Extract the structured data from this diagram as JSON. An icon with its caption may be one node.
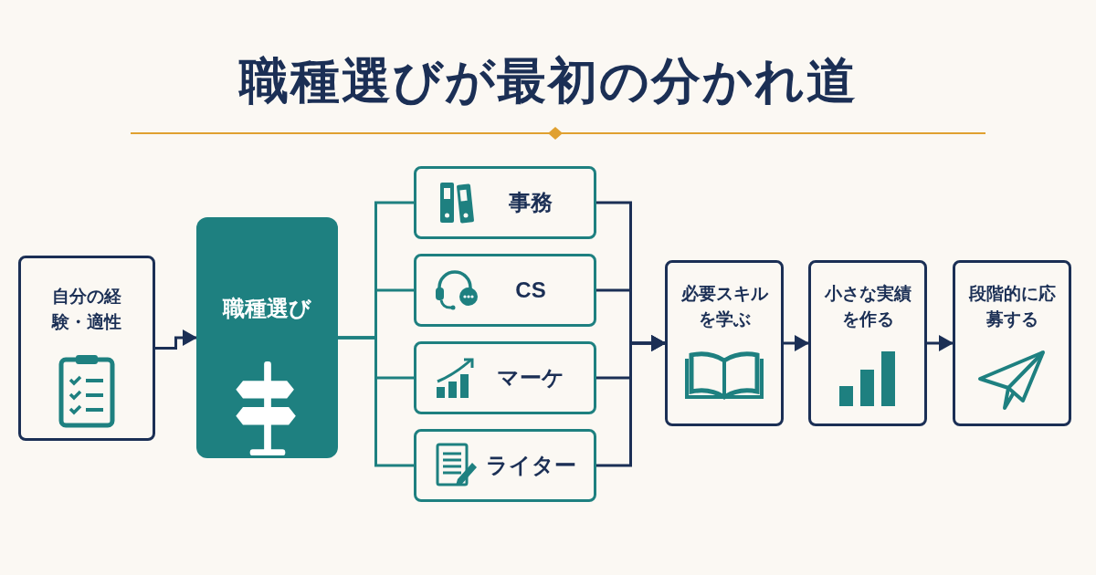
{
  "diagram": {
    "title": "職種選びが最初の分かれ道",
    "nodes": [
      {
        "text": [
          "自分の経験・適性"
        ]
      },
      {
        "text": [
          "職種選び"
        ]
      },
      {
        "text": [
          "事務"
        ]
      },
      {
        "text": [
          "CS"
        ]
      },
      {
        "text": [
          "マーケ"
        ]
      },
      {
        "text": [
          "ライター"
        ]
      },
      {
        "text": [
          "必要スキルを学ぶ"
        ]
      },
      {
        "text": [
          "小さな実績を作る"
        ]
      },
      {
        "text": [
          "段階的に応募する"
        ]
      }
    ],
    "edges": [
      {
        "from": 0,
        "to": 1,
        "arrow": "to"
      },
      {
        "from": 1,
        "to": 2,
        "arrow": "none",
        "color": "#1e8080"
      },
      {
        "from": 1,
        "to": 3,
        "arrow": "none",
        "color": "#1e8080"
      },
      {
        "from": 1,
        "to": 4,
        "arrow": "none",
        "color": "#1e8080"
      },
      {
        "from": 1,
        "to": 5,
        "arrow": "none",
        "color": "#1e8080"
      },
      {
        "from": 2,
        "to": 6,
        "arrow": "to"
      },
      {
        "from": 3,
        "to": 6,
        "arrow": "to"
      },
      {
        "from": 4,
        "to": 6,
        "arrow": "to"
      },
      {
        "from": 5,
        "to": 6,
        "arrow": "to"
      },
      {
        "from": 6,
        "to": 7,
        "arrow": "to"
      },
      {
        "from": 7,
        "to": 8,
        "arrow": "to"
      }
    ]
  }
}
